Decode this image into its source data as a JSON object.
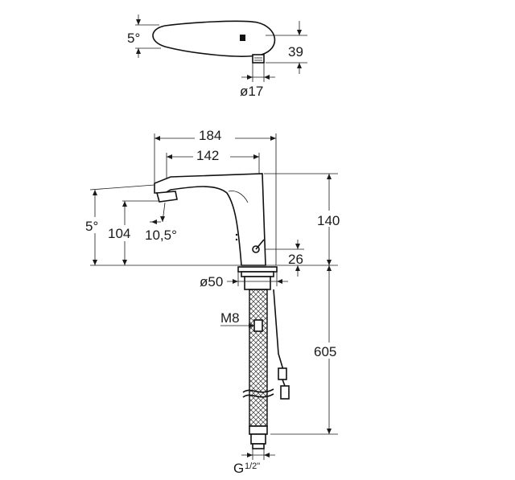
{
  "top_view": {
    "angle_label": "5°",
    "height_label": "39",
    "diameter_label": "ø17"
  },
  "side_view": {
    "width_outer_label": "184",
    "width_inner_label": "142",
    "angle_left_label": "5°",
    "spout_height_label": "104",
    "outlet_angle_label": "10,5°",
    "body_height_label": "140",
    "base_offset_label": "26",
    "base_diameter_label": "ø50",
    "thread_label": "M8",
    "hose_length_label": "605",
    "connection_label": "G",
    "connection_fraction": "1/2\""
  }
}
